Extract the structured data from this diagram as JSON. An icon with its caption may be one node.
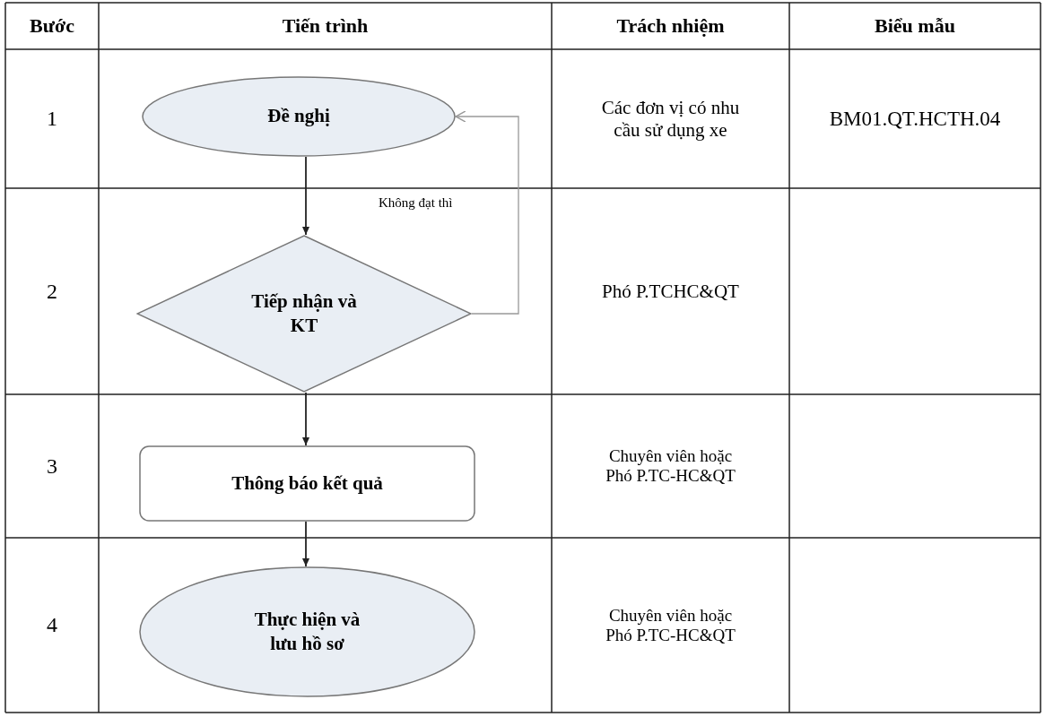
{
  "diagram": {
    "nodes": [
      {
        "text": [
          "Đề nghị"
        ]
      },
      {
        "text": [
          "Tiếp nhận và KT"
        ]
      },
      {
        "text": [
          "Thông báo kết quả"
        ]
      },
      {
        "text": [
          "Thực hiện và lưu hồ sơ"
        ]
      }
    ],
    "edges": [
      {
        "from": 0,
        "to": 1,
        "arrow": "to"
      },
      {
        "from": 1,
        "to": 0,
        "arrow": "to",
        "label": "Không đạt thì",
        "color": "#999999"
      },
      {
        "from": 1,
        "to": 2,
        "arrow": "to"
      },
      {
        "from": 2,
        "to": 3,
        "arrow": "to"
      }
    ],
    "labels": [
      "Bước",
      "Tiến trình",
      "Trách nhiệm",
      "Biểu mẫu",
      "1",
      "Các đơn vị có nhu cầu sử dụng xe",
      "BM01.QT.HCTH.04",
      "2",
      "Phó P.TCHC&QT",
      "3",
      "Chuyên viên hoặc Phó P.TC-HC&QT",
      "4",
      "Chuyên viên hoặc Phó P.TC-HC&QT"
    ]
  }
}
